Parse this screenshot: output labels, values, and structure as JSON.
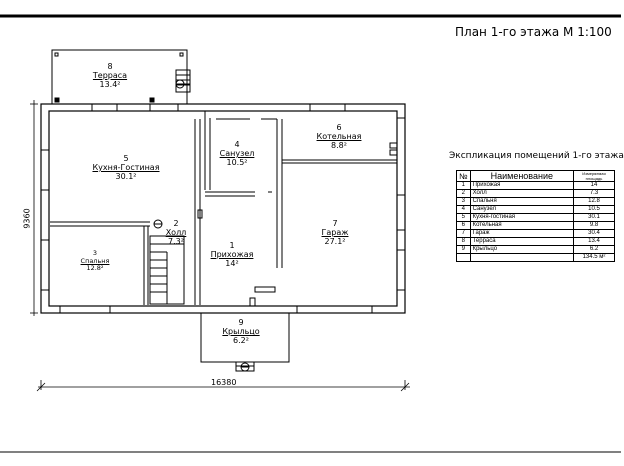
{
  "title": "План 1-го этажа М 1:100",
  "explication_title": "Экспликация помещений 1-го этажа",
  "dimensions": {
    "height": "9360",
    "width": "16380"
  },
  "rooms": [
    {
      "number": "1",
      "name": "Прихожая",
      "area": "14²"
    },
    {
      "number": "2",
      "name": "Холл",
      "area": "7.3²"
    },
    {
      "number": "3",
      "name": "Спальня",
      "area": "12.8²"
    },
    {
      "number": "4",
      "name": "Санузел",
      "area": "10.5²"
    },
    {
      "number": "5",
      "name": "Кухня-Гостиная",
      "area": "30.1²"
    },
    {
      "number": "6",
      "name": "Котельная",
      "area": "8.8²"
    },
    {
      "number": "7",
      "name": "Гараж",
      "area": "27.1²"
    },
    {
      "number": "8",
      "name": "Терраса",
      "area": "13.4²"
    },
    {
      "number": "9",
      "name": "Крыльцо",
      "area": "6.2²"
    }
  ],
  "table": {
    "header_no": "№",
    "header_name": "Наименование",
    "header_area": "Измеряемая площадь",
    "rows": [
      {
        "no": "1",
        "name": "Прихожая",
        "area": "14"
      },
      {
        "no": "2",
        "name": "Холл",
        "area": "7.3"
      },
      {
        "no": "3",
        "name": "Спальня",
        "area": "12.8"
      },
      {
        "no": "4",
        "name": "Санузел",
        "area": "10.5"
      },
      {
        "no": "5",
        "name": "Кухня-гостиная",
        "area": "30.1"
      },
      {
        "no": "6",
        "name": "Котельная",
        "area": "9.8"
      },
      {
        "no": "7",
        "name": "Гараж",
        "area": "30.4"
      },
      {
        "no": "8",
        "name": "Терраса",
        "area": "13.4"
      },
      {
        "no": "9",
        "name": "Крыльцо",
        "area": "6.2"
      }
    ],
    "total": "134.5 м²"
  }
}
